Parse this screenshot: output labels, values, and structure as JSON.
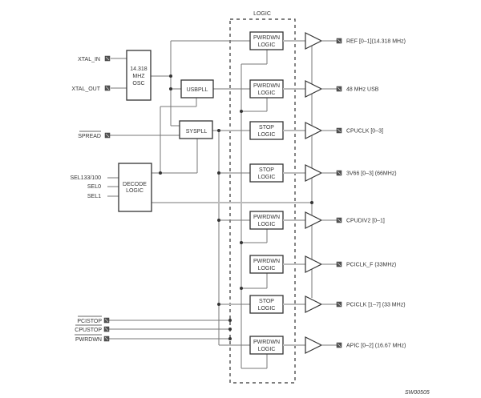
{
  "logic_group_label": "LOGIC",
  "figure_code": "SW00505",
  "inputs": {
    "xtal_in": "XTAL_IN",
    "xtal_out": "XTAL_OUT",
    "spread": "SPREAD",
    "sel133": "SEL133/100",
    "sel0": "SEL0",
    "sel1": "SEL1",
    "pcistop": "PCISTOP",
    "cpustop": "CPUSTOP",
    "pwrdwn": "PWRDWN"
  },
  "blocks": {
    "osc": [
      "14.318",
      "MHZ",
      "OSC"
    ],
    "usbpll": "USBPLL",
    "syspll": "SYSPLL",
    "decode": [
      "DECODE",
      "LOGIC"
    ]
  },
  "logic_blocks": [
    {
      "line1": "PWRDWN",
      "line2": "LOGIC"
    },
    {
      "line1": "PWRDWN",
      "line2": "LOGIC"
    },
    {
      "line1": "STOP",
      "line2": "LOGIC"
    },
    {
      "line1": "STOP",
      "line2": "LOGIC"
    },
    {
      "line1": "PWRDWN",
      "line2": "LOGIC"
    },
    {
      "line1": "PWRDWN",
      "line2": "LOGIC"
    },
    {
      "line1": "STOP",
      "line2": "LOGIC"
    },
    {
      "line1": "PWRDWN",
      "line2": "LOGIC"
    }
  ],
  "outputs": [
    "REF [0–1](14.318 MHz)",
    "48 MHz USB",
    "CPUCLK [0–3]",
    "3V66 [0–3] (66MHz)",
    "CPUDIV2 [0–1]",
    "PCICLK_F (33MHz)",
    "PCICLK [1–7] (33 MHz)",
    "APIC [0–2] (16.67 MHz)"
  ]
}
